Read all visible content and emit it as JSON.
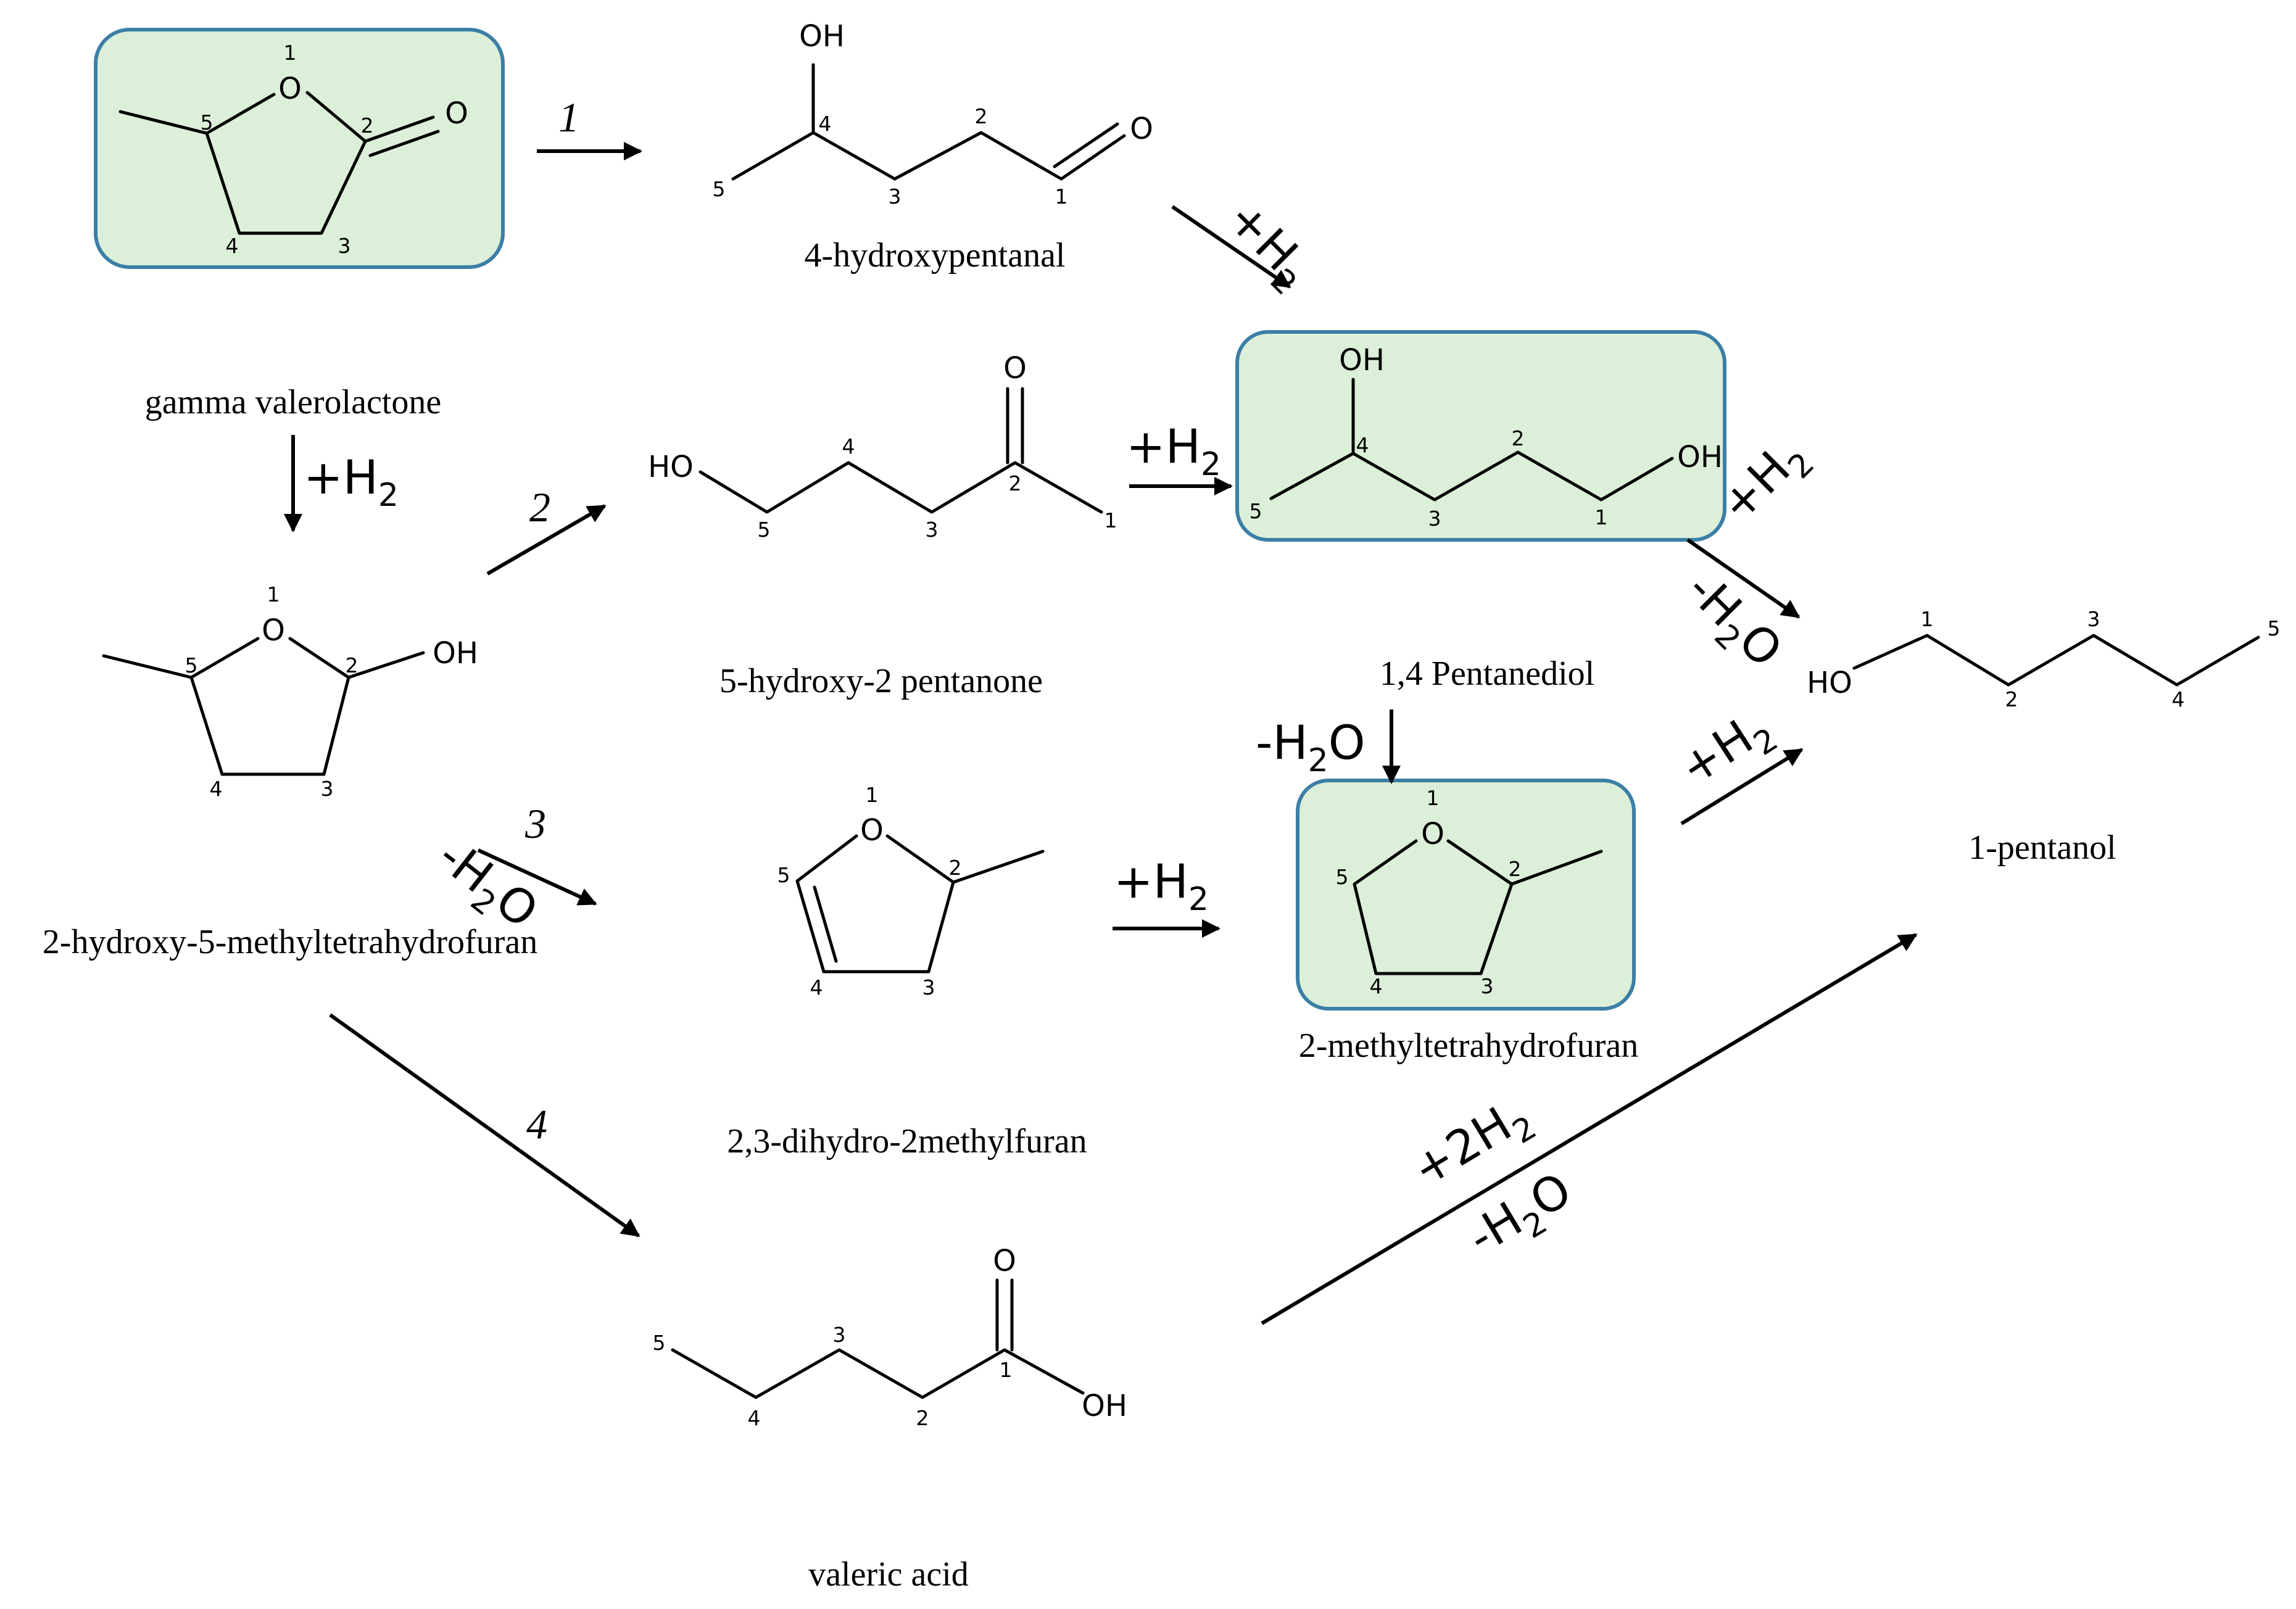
{
  "colors": {
    "highlight_fill": "#dcefd8",
    "highlight_stroke": "#3c7fa6"
  },
  "compounds": {
    "gvl": {
      "name": "gamma valerolactone",
      "highlighted": true,
      "atoms": {
        "O1": "O",
        "O2": "O"
      },
      "numbers": [
        "1",
        "2",
        "3",
        "4",
        "5"
      ]
    },
    "hp": {
      "name": "4-hydroxypentanal",
      "atoms": {
        "OH": "OH",
        "O": "O"
      },
      "numbers": [
        "1",
        "2",
        "3",
        "4",
        "5"
      ]
    },
    "hpn": {
      "name": "5-hydroxy-2 pentanone",
      "atoms": {
        "HO": "HO",
        "O": "O"
      },
      "numbers": [
        "1",
        "2",
        "3",
        "4",
        "5"
      ]
    },
    "pd": {
      "name": "1,4 Pentanediol",
      "highlighted": true,
      "atoms": {
        "OH1": "OH",
        "OH2": "OH"
      },
      "numbers": [
        "1",
        "2",
        "3",
        "4",
        "5"
      ]
    },
    "hmthf": {
      "name": "2-hydroxy-5-methyltetrahydrofuran",
      "atoms": {
        "O": "O",
        "OH": "OH"
      },
      "numbers": [
        "1",
        "2",
        "3",
        "4",
        "5"
      ]
    },
    "ddmf": {
      "name": "2,3-dihydro-2methylfuran",
      "atoms": {
        "O": "O"
      },
      "numbers": [
        "1",
        "2",
        "3",
        "4",
        "5"
      ]
    },
    "mthf": {
      "name": "2-methyltetrahydrofuran",
      "highlighted": true,
      "atoms": {
        "O": "O"
      },
      "numbers": [
        "1",
        "2",
        "3",
        "4",
        "5"
      ]
    },
    "pentanol": {
      "name": "1-pentanol",
      "atoms": {
        "HO": "HO"
      },
      "numbers": [
        "1",
        "2",
        "3",
        "4",
        "5"
      ]
    },
    "va": {
      "name": "valeric acid",
      "atoms": {
        "O": "O",
        "OH": "OH"
      },
      "numbers": [
        "1",
        "2",
        "3",
        "4",
        "5"
      ]
    }
  },
  "steps": {
    "s1": "1",
    "s2": "2",
    "s3": "3",
    "s4": "4"
  },
  "reagents": {
    "plus": "+",
    "minus": "-",
    "H": "H",
    "two": "2",
    "O": "O",
    "plus2H": "+2H"
  }
}
